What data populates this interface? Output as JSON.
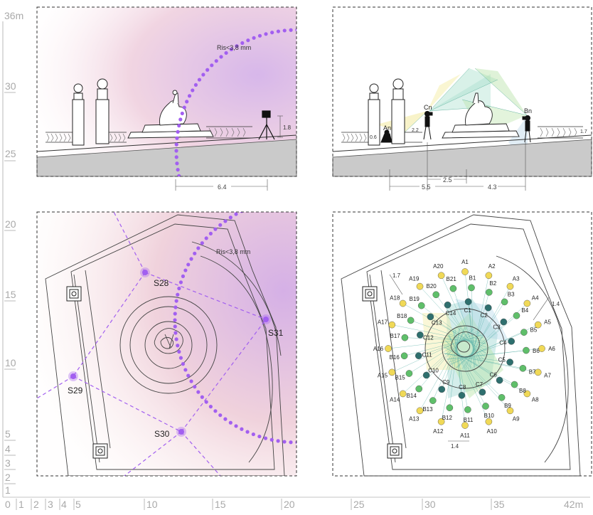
{
  "rulers": {
    "y_labels": [
      "36m",
      "30",
      "25",
      "20",
      "15",
      "10",
      "5",
      "4",
      "3",
      "2",
      "1"
    ],
    "x_labels": [
      "0",
      "1",
      "2",
      "3",
      "4",
      "5",
      "10",
      "15",
      "20",
      "25",
      "30",
      "35",
      "42m"
    ]
  },
  "panel_tl": {
    "resolution_label": "Ris<3,8 mm",
    "height_label": "1.8",
    "distance_label": "6.4"
  },
  "panel_tr": {
    "camera_labels": [
      "An",
      "Cn",
      "Bn"
    ],
    "height_labels": [
      "0.6",
      "2.2",
      "1.7"
    ],
    "distance_labels": [
      "5.5",
      "2.5",
      "4.3"
    ]
  },
  "panel_bl": {
    "resolution_label": "Ris<3,8 mm",
    "stations": [
      "S28",
      "S29",
      "S30",
      "S31"
    ]
  },
  "panel_br": {
    "ring_a": [
      "A1",
      "A2",
      "A3",
      "A4",
      "A5",
      "A6",
      "A7",
      "A8",
      "A9",
      "A10",
      "A11",
      "A12",
      "A13",
      "A14",
      "A15",
      "A16",
      "A17",
      "A18",
      "A19",
      "A20"
    ],
    "ring_b": [
      "B1",
      "B2",
      "B3",
      "B4",
      "B5",
      "B6",
      "B7",
      "B8",
      "B9",
      "B10",
      "B11",
      "B12",
      "B13",
      "B14",
      "B15",
      "B16",
      "B17",
      "B18",
      "B19",
      "B20",
      "B21"
    ],
    "ring_c": [
      "C1",
      "C2",
      "C3",
      "C4",
      "C5",
      "C6",
      "C7",
      "C8",
      "C9",
      "C10",
      "C11",
      "C12",
      "C13",
      "C14"
    ],
    "dimension_labels": [
      "1.7",
      "1.4",
      "1.4"
    ]
  },
  "colors": {
    "scanner_purple": "#a25ff0",
    "ring_a_yellow": "#f0d957",
    "ring_b_green": "#5fbf6a",
    "ring_c_teal": "#2e6f6e"
  }
}
